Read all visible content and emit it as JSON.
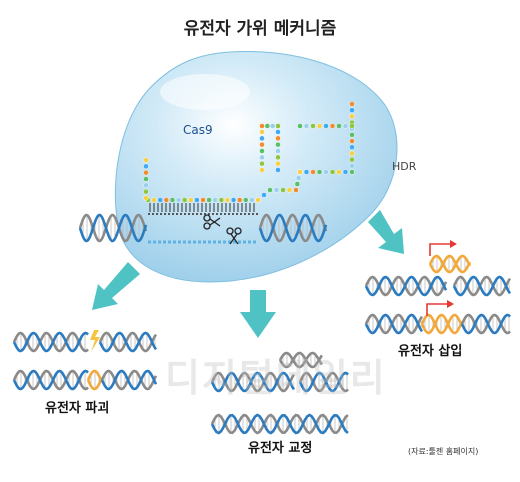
{
  "title": "유전자 가위 메커니즘",
  "labels": {
    "cas9": "Cas9",
    "hdr": "HDR",
    "disruption": "유전자 파괴",
    "correction": "유전자 교정",
    "insertion": "유전자 삽입"
  },
  "source": "(자료:툴젠 홈페이지)",
  "watermark": "디지털데일리",
  "colors": {
    "bubble": "#a9d6ef",
    "arrow": "#4fc3c4",
    "dna_blue": "#2a7bbf",
    "dna_gray": "#8a8a8a",
    "dna_orange": "#f2a93b",
    "spark": "#f5c542",
    "insert_arrow": "#e53935"
  },
  "icons": [
    "scissors-icon",
    "scissors-icon",
    "spark-icon",
    "red-arrow-icon"
  ]
}
